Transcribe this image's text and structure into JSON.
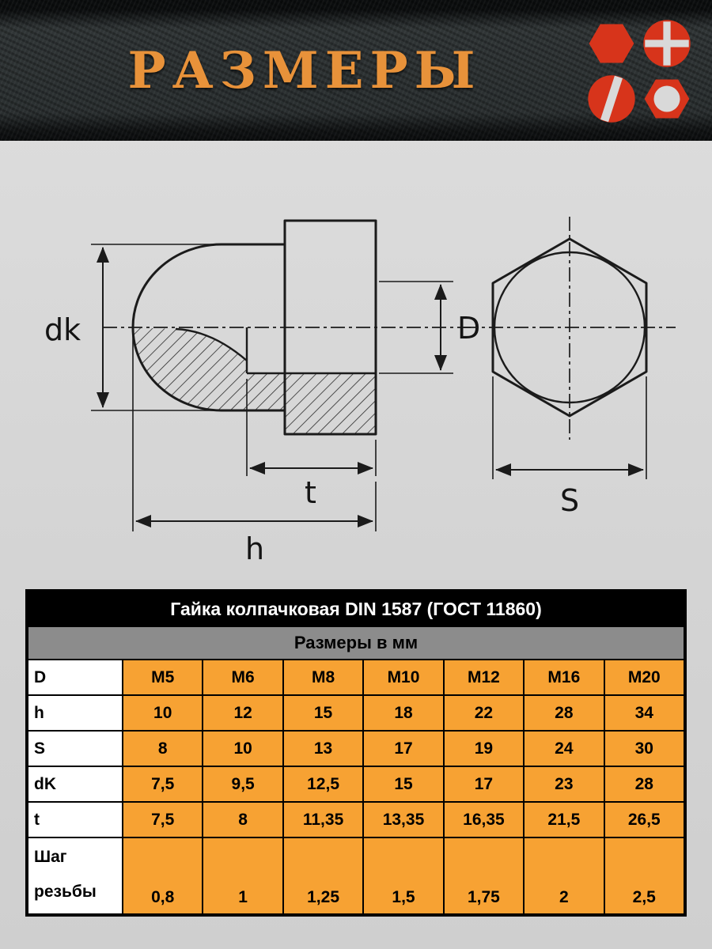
{
  "header": {
    "title": "РАЗМЕРЫ",
    "icon_color": "#d7341b",
    "icons": [
      "hex-nut-icon",
      "phillips-screw-icon",
      "slotted-screw-icon",
      "hex-socket-icon"
    ]
  },
  "drawing": {
    "side_view": {
      "label_dk": "dk",
      "label_D": "D",
      "label_t": "t",
      "label_h": "h"
    },
    "top_view": {
      "label_S": "S"
    }
  },
  "table": {
    "title": "Гайка колпачковая DIN 1587 (ГОСТ 11860)",
    "subtitle": "Размеры в мм",
    "colors": {
      "body_bg": "#f7a233",
      "subtitle_bg": "#8c8c8c",
      "title_bg": "#000000",
      "label_bg": "#ffffff"
    },
    "rows": [
      {
        "label": "D",
        "values": [
          "M5",
          "M6",
          "M8",
          "M10",
          "M12",
          "M16",
          "M20"
        ]
      },
      {
        "label": "h",
        "values": [
          "10",
          "12",
          "15",
          "18",
          "22",
          "28",
          "34"
        ]
      },
      {
        "label": "S",
        "values": [
          "8",
          "10",
          "13",
          "17",
          "19",
          "24",
          "30"
        ]
      },
      {
        "label": "dK",
        "values": [
          "7,5",
          "9,5",
          "12,5",
          "15",
          "17",
          "23",
          "28"
        ]
      },
      {
        "label": "t",
        "values": [
          "7,5",
          "8",
          "11,35",
          "13,35",
          "16,35",
          "21,5",
          "26,5"
        ]
      },
      {
        "label": "Шаг резьбы",
        "values": [
          "0,8",
          "1",
          "1,25",
          "1,5",
          "1,75",
          "2",
          "2,5"
        ]
      }
    ]
  }
}
